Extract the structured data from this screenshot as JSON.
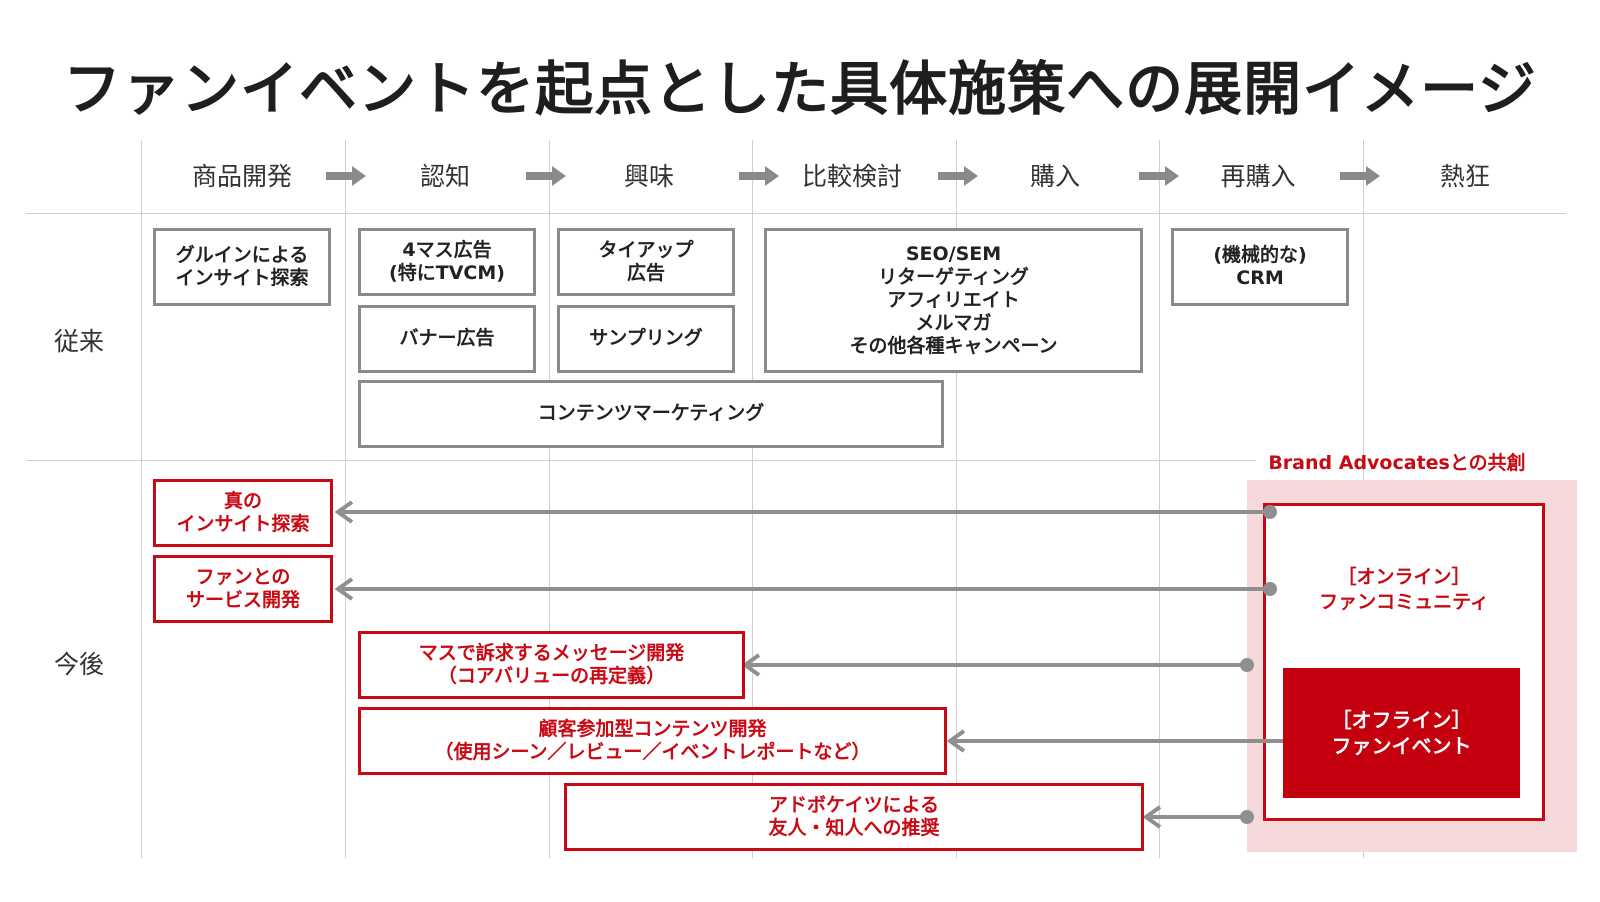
{
  "title": "ファンイベントを起点とした具体施策への展開イメージ",
  "stages": [
    "商品開発",
    "認知",
    "興味",
    "比較検討",
    "購入",
    "再購入",
    "熱狂"
  ],
  "rows": {
    "traditional": "従来",
    "future": "今後"
  },
  "traditional_boxes": {
    "insight": "グルインによる\nインサイト探索",
    "mass_ad": "4マス広告\n(特にTVCM)",
    "banner": "バナー広告",
    "tieup": "タイアップ\n広告",
    "sampling": "サンプリング",
    "compare": "SEO/SEM\nリターゲティング\nアフィリエイト\nメルマガ\nその他各種キャンペーン",
    "crm": "(機械的な)\nCRM",
    "content_marketing": "コンテンツマーケティング"
  },
  "future_boxes": {
    "true_insight": "真の\nインサイト探索",
    "service_dev": "ファンとの\nサービス開発",
    "mass_message": "マスで訴求するメッセージ開発\n（コアバリューの再定義）",
    "ugc": "顧客参加型コンテンツ開発\n（使用シーン／レビュー／イベントレポートなど）",
    "advocacy": "アドボケイツによる\n友人・知人への推奨"
  },
  "brand": {
    "label": "Brand Advocatesとの共創",
    "online": "［オンライン］\nファンコミュニティ",
    "offline": "［オフライン］\nファンイベント"
  },
  "colors": {
    "accent": "#c80a14",
    "panel": "#f6d9db",
    "gray": "#8a8a8a"
  }
}
